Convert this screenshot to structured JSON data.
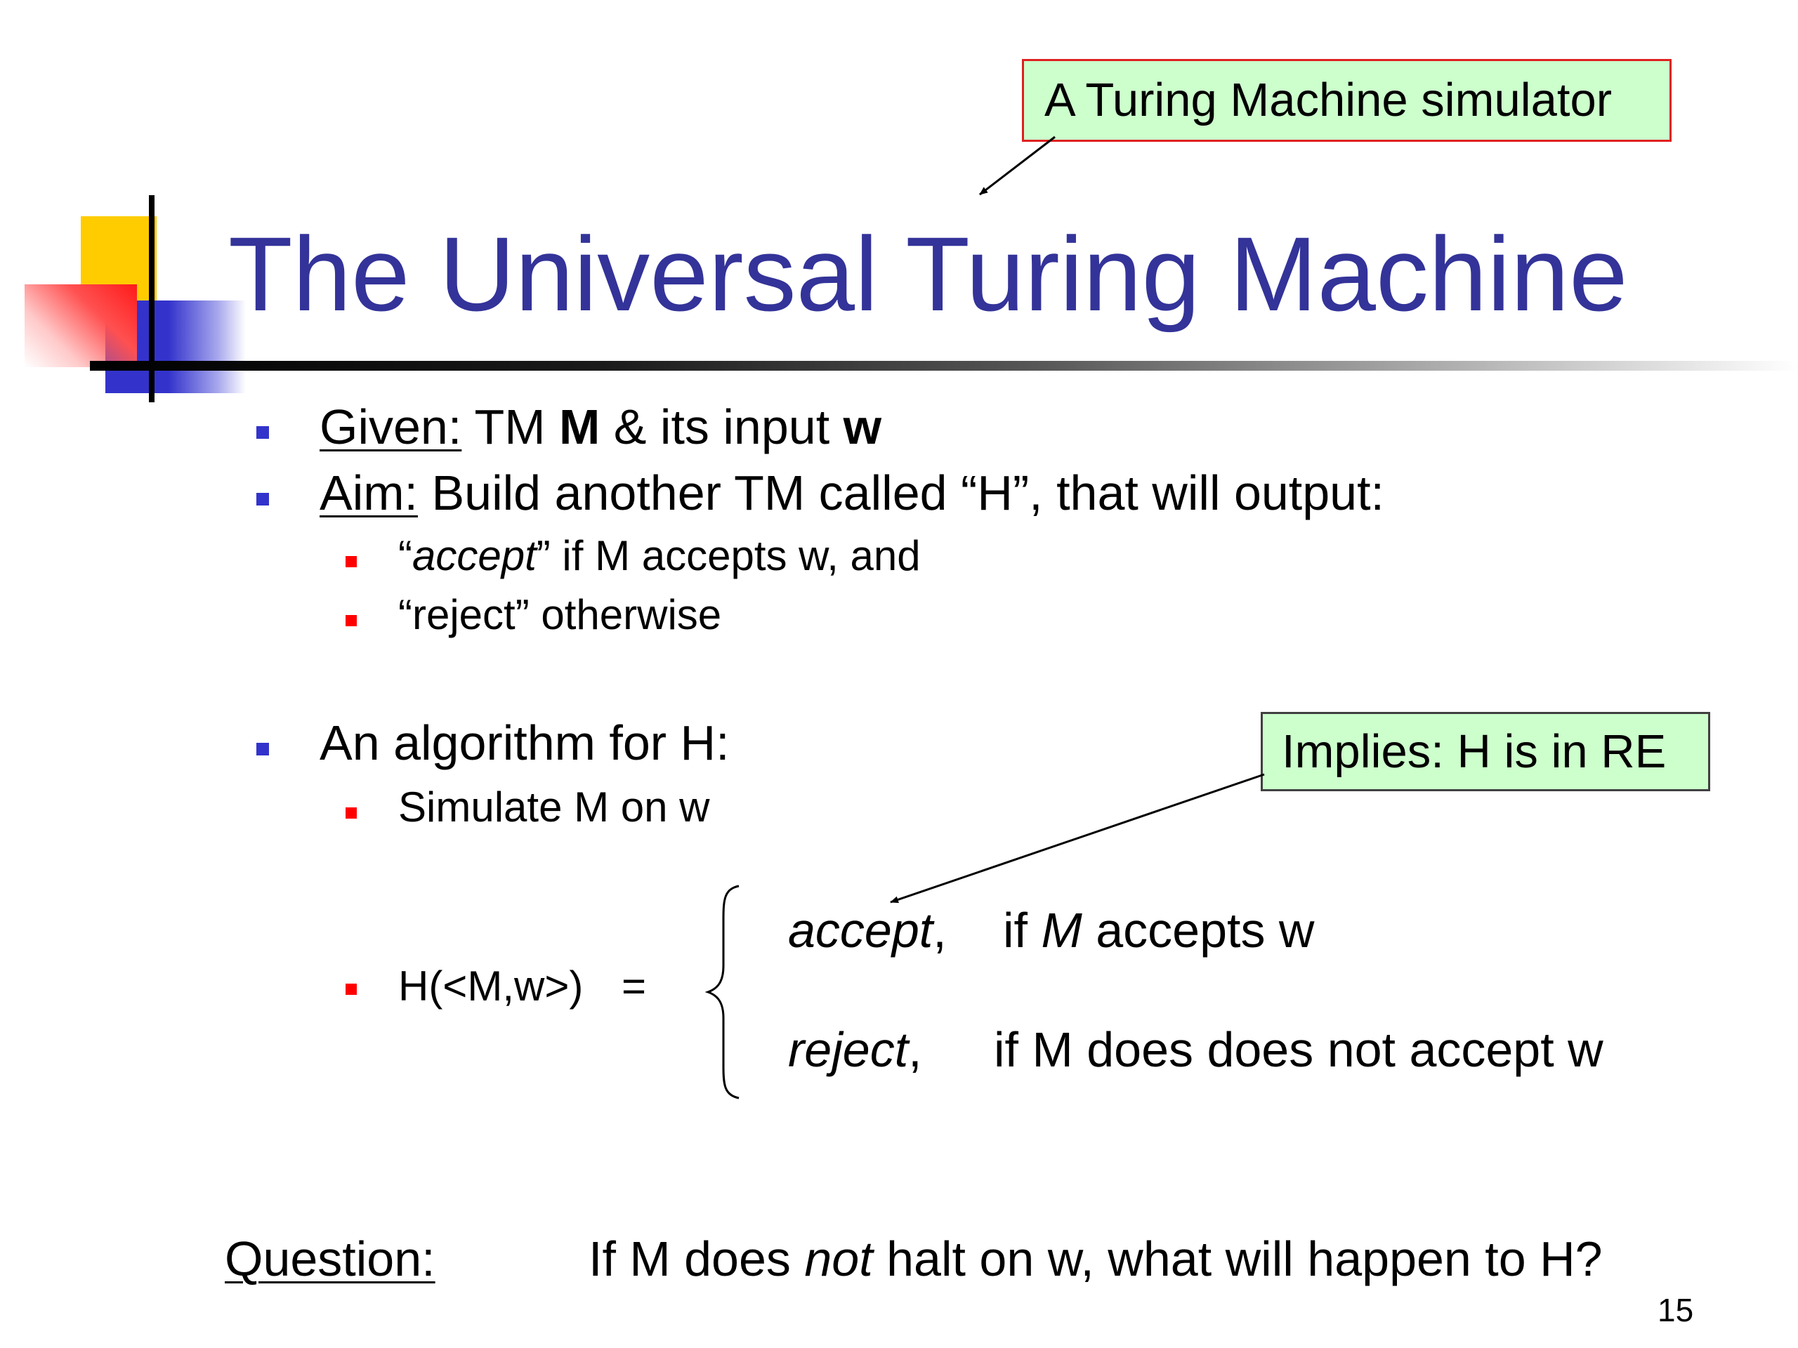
{
  "slide": {
    "title": "The Universal Turing Machine",
    "page_number": "15",
    "colors": {
      "title": "#333399",
      "bullet_level1": "#3333cc",
      "bullet_level2": "#ff0000",
      "callout_fill": "#ccffcc",
      "callout_border_top": "#e02020",
      "callout_border_right": "#404040",
      "deco_yellow": "#ffcc00",
      "deco_red": "#ff1a1a",
      "deco_blue": "#3333cc"
    }
  },
  "callouts": {
    "simulator": "A Turing Machine simulator",
    "implies": "Implies: H is in RE"
  },
  "bullets": {
    "given": {
      "label": "Given:",
      "text_pre": " TM ",
      "m": "M",
      "text_mid": " & its input ",
      "w": "w"
    },
    "aim": {
      "label": "Aim:",
      "text": " Build another TM called “H”, that will output:"
    },
    "aim_sub1": {
      "open_quote": "“",
      "word": "accept",
      "rest": "” if M accepts w, and"
    },
    "aim_sub2": {
      "text": "“reject” otherwise"
    },
    "algorithm": {
      "text": "An algorithm for H:"
    },
    "algorithm_sub1": {
      "text": "Simulate M on w"
    },
    "definition": {
      "lhs": "H(<M,w>)",
      "eq": "="
    }
  },
  "cases": {
    "accept": {
      "word": "accept",
      "comma": ",",
      "cond_pre": "if ",
      "cond_m": "M",
      "cond_post": " accepts w"
    },
    "reject": {
      "word": "reject",
      "comma": ",",
      "cond": "if M does does not accept w"
    }
  },
  "question": {
    "label": "Question:",
    "pre": "If M does ",
    "not": "not",
    "post": " halt on w, what will happen to H?"
  }
}
